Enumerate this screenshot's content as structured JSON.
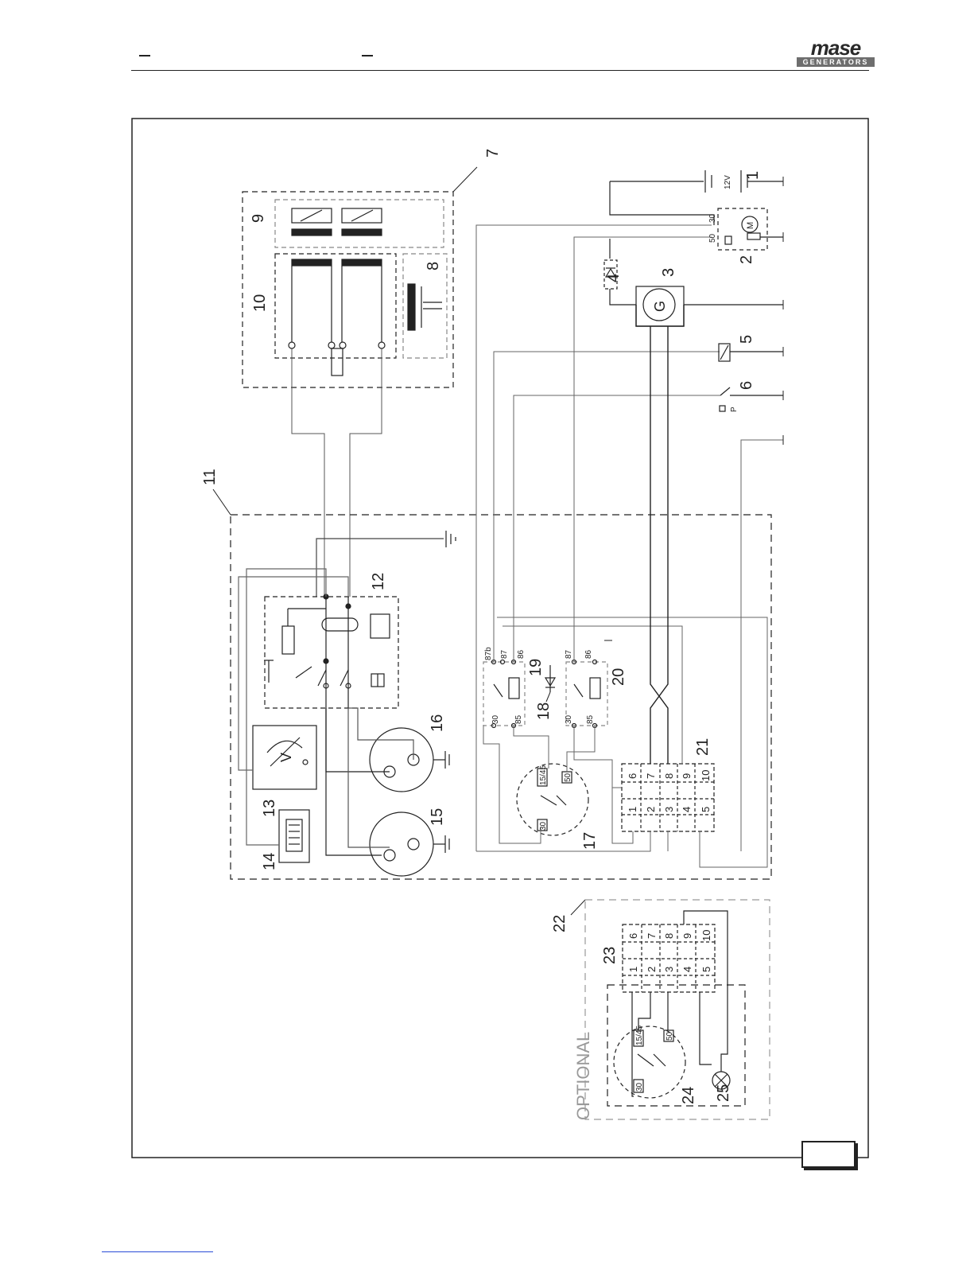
{
  "header": {
    "logo": {
      "main": "mase",
      "sub": "GENERATORS"
    }
  },
  "callouts": [
    "1",
    "2",
    "3",
    "4",
    "5",
    "6",
    "7",
    "8",
    "9",
    "10",
    "11",
    "12",
    "13",
    "14",
    "15",
    "16",
    "17",
    "18",
    "19",
    "20",
    "21",
    "22",
    "23",
    "24",
    "25"
  ],
  "labels": {
    "battery_voltage": "12V",
    "relay19_pins": [
      "87b",
      "87",
      "86",
      "30",
      "85"
    ],
    "relay20_pins": [
      "87",
      "86",
      "30",
      "85"
    ],
    "starter_pins": [
      "30",
      "50"
    ],
    "switch_pins": [
      "15/45",
      "50",
      "30"
    ],
    "terminal_block_21": [
      "6",
      "7",
      "8",
      "9",
      "10",
      "1",
      "2",
      "3",
      "4",
      "5"
    ],
    "terminal_block_23": [
      "6",
      "7",
      "8",
      "9",
      "10",
      "1",
      "2",
      "3",
      "4",
      "5"
    ],
    "optional": "OPTIONAL",
    "generator_symbol": "G",
    "motor_symbol": "M",
    "voltmeter_symbol": "V",
    "pressure_symbol": "P"
  }
}
